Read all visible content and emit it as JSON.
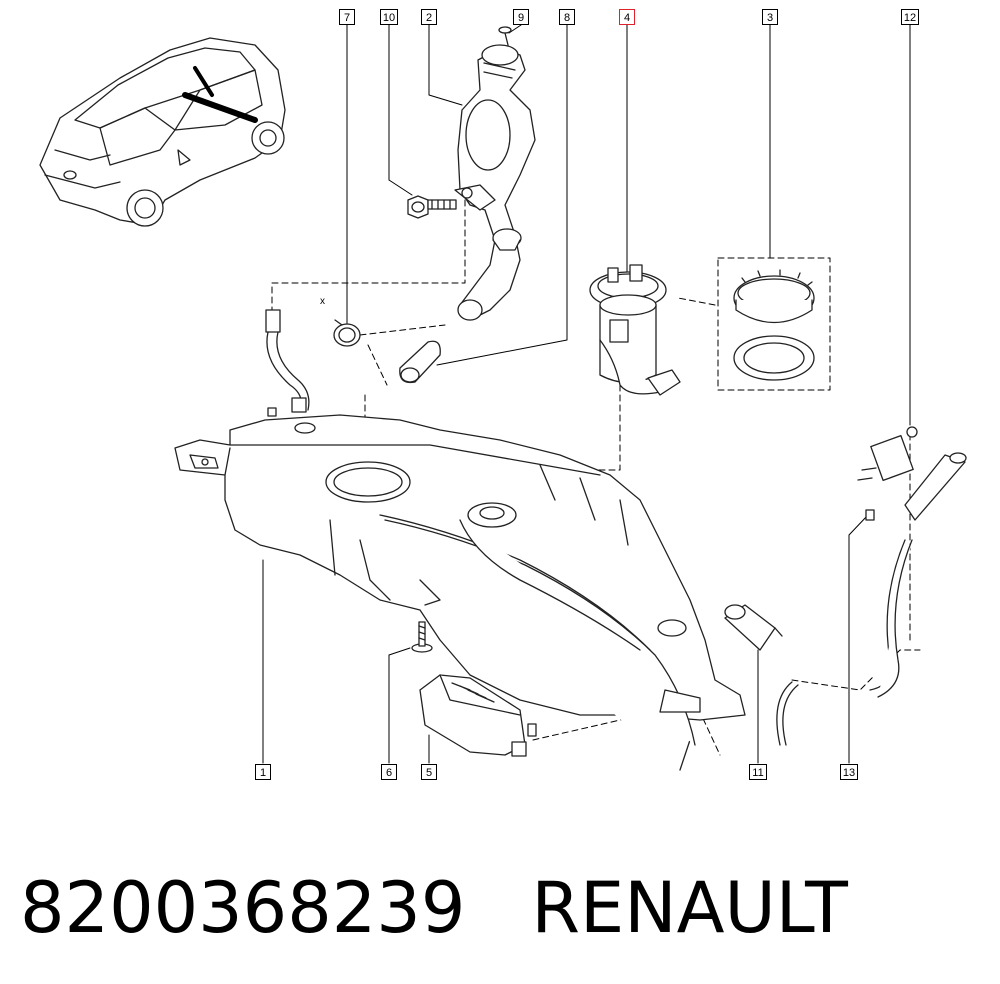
{
  "diagram": {
    "callouts": [
      {
        "id": "c7",
        "label": "7"
      },
      {
        "id": "c10",
        "label": "10"
      },
      {
        "id": "c2",
        "label": "2"
      },
      {
        "id": "c9",
        "label": "9"
      },
      {
        "id": "c8",
        "label": "8"
      },
      {
        "id": "c4",
        "label": "4",
        "highlighted": true
      },
      {
        "id": "c3",
        "label": "3"
      },
      {
        "id": "c12",
        "label": "12"
      },
      {
        "id": "c1",
        "label": "1"
      },
      {
        "id": "c6",
        "label": "6"
      },
      {
        "id": "c5",
        "label": "5"
      },
      {
        "id": "c11",
        "label": "11"
      },
      {
        "id": "c13",
        "label": "13"
      }
    ],
    "x_mark": "x",
    "highlight_color": "#e0202a"
  },
  "caption": {
    "part_number": "8200368239",
    "brand": "RENAULT"
  }
}
